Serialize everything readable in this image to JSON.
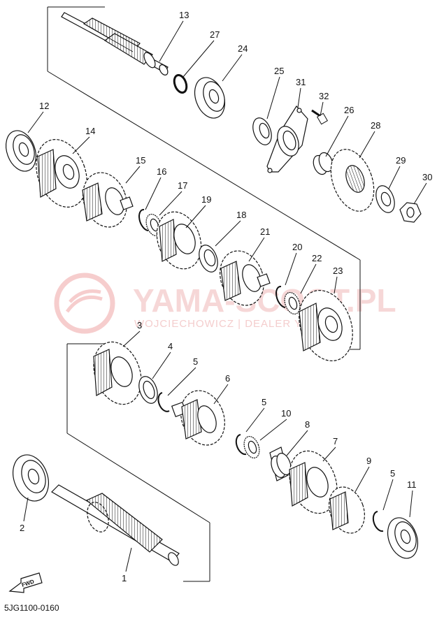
{
  "diagram": {
    "drawing_code": "5JG1100-0160",
    "fwd_label": "FWD",
    "watermark": {
      "main": "YAMA-SCOOT.PL",
      "sub": "WOJCIECHOWICZ | DEALER YAMAHA"
    },
    "part_numbers": {
      "p1": "1",
      "p2": "2",
      "p3": "3",
      "p4": "4",
      "p5a": "5",
      "p5b": "5",
      "p5c": "5",
      "p6": "6",
      "p7": "7",
      "p8": "8",
      "p9": "9",
      "p10": "10",
      "p11": "11",
      "p12": "12",
      "p13": "13",
      "p14": "14",
      "p15": "15",
      "p16": "16",
      "p17": "17",
      "p18": "18",
      "p19": "19",
      "p20": "20",
      "p21": "21",
      "p22": "22",
      "p23": "23",
      "p24": "24",
      "p25": "25",
      "p26": "26",
      "p27": "27",
      "p28": "28",
      "p29": "29",
      "p30": "30",
      "p31": "31",
      "p32": "32"
    }
  }
}
